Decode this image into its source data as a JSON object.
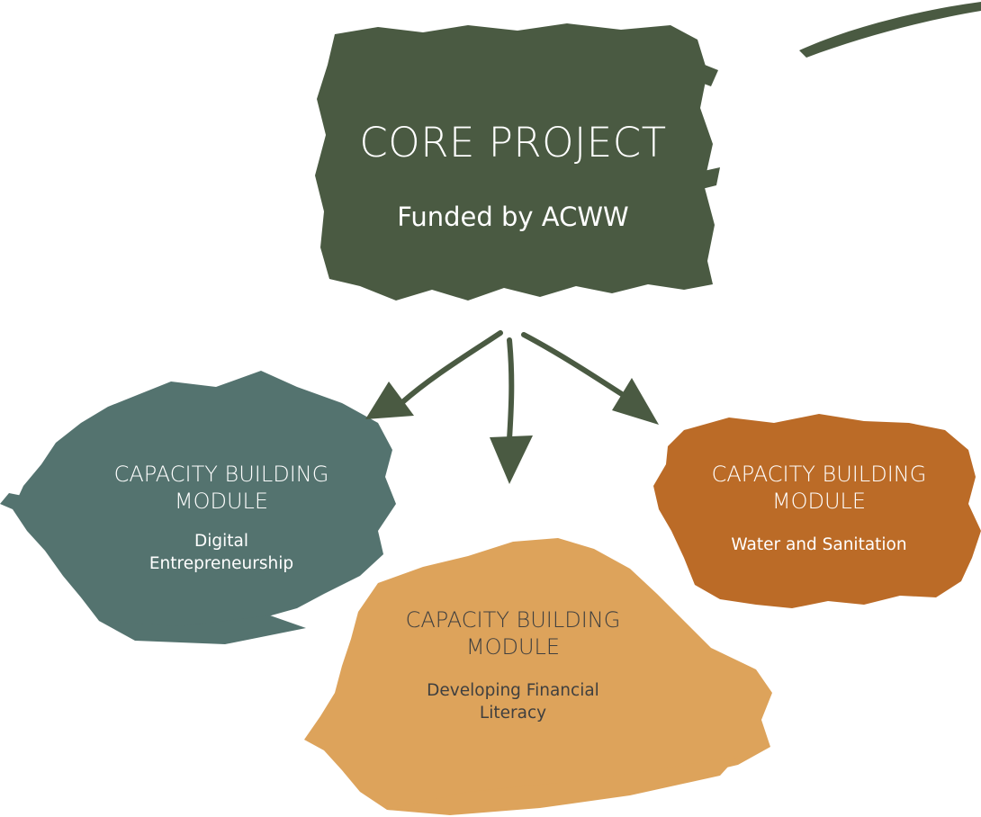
{
  "core": {
    "title": "CORE PROJECT",
    "subtitle": "Funded by ACWW",
    "color": "#4a5a42"
  },
  "modules": {
    "digital": {
      "title_line1": "CAPACITY BUILDING",
      "title_line2": "MODULE",
      "sub_line1": "Digital",
      "sub_line2": "Entrepreneurship",
      "color": "#54736f"
    },
    "water": {
      "title_line1": "CAPACITY BUILDING",
      "title_line2": "MODULE",
      "sub_line1": "Water and Sanitation",
      "color": "#bb6b27"
    },
    "financial": {
      "title_line1": "CAPACITY BUILDING",
      "title_line2": "MODULE",
      "sub_line1": "Developing Financial",
      "sub_line2": "Literacy",
      "color": "#dda35b"
    }
  },
  "arrow_color": "#4a5a42"
}
